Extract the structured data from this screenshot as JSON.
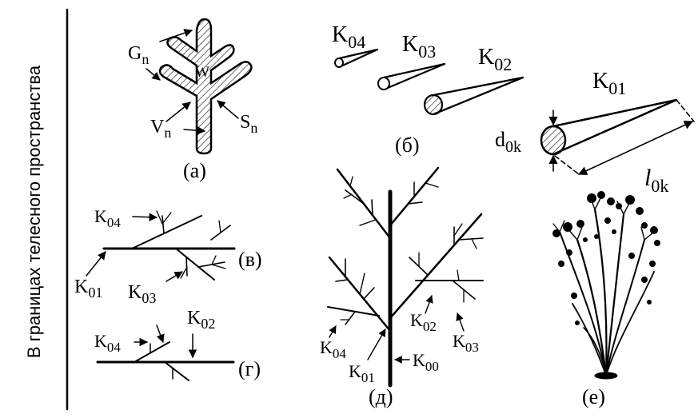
{
  "side_caption": "В границах телесного пространства",
  "panels": {
    "a": {
      "caption": "(а)",
      "labels": {
        "g": "G",
        "g_sub": "n",
        "w": "W",
        "v": "V",
        "v_sub": "n",
        "s": "S",
        "s_sub": "n"
      }
    },
    "b": {
      "caption": "(б)",
      "cones": [
        {
          "label": "K",
          "sub": "04"
        },
        {
          "label": "K",
          "sub": "03"
        },
        {
          "label": "K",
          "sub": "02"
        },
        {
          "label": "K",
          "sub": "01"
        }
      ],
      "d_label": "d",
      "d_sub": "0k",
      "l_label": "l",
      "l_sub": "0k"
    },
    "v": {
      "caption": "(в)",
      "labels": [
        {
          "label": "K",
          "sub": "04"
        },
        {
          "label": "K",
          "sub": "01"
        },
        {
          "label": "K",
          "sub": "03"
        }
      ]
    },
    "g": {
      "caption": "(г)",
      "labels": [
        {
          "label": "K",
          "sub": "04"
        },
        {
          "label": "K",
          "sub": "02"
        }
      ]
    },
    "d": {
      "caption": "(д)",
      "labels": [
        {
          "label": "K",
          "sub": "04"
        },
        {
          "label": "K",
          "sub": "01"
        },
        {
          "label": "K",
          "sub": "00"
        },
        {
          "label": "K",
          "sub": "02"
        },
        {
          "label": "K",
          "sub": "03"
        }
      ]
    },
    "e": {
      "caption": "(е)"
    }
  }
}
